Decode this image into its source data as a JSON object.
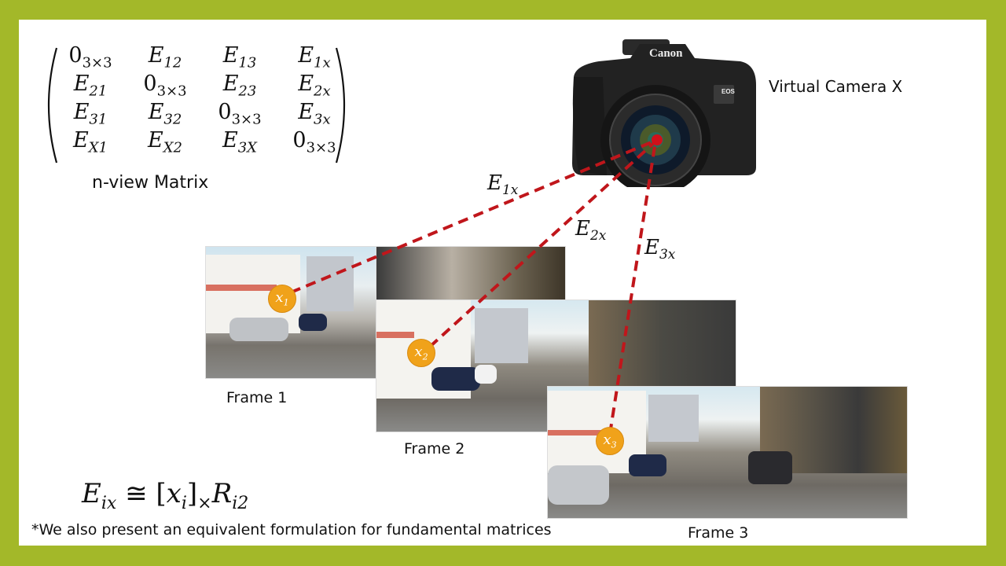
{
  "colors": {
    "border": "#a3b829",
    "background": "#ffffff",
    "line": "#c0161b",
    "keypoint": "#f0a21a",
    "camera_center": "#d0101a"
  },
  "matrix": {
    "caption": "n-view Matrix",
    "rows": [
      [
        {
          "base": "0",
          "sub": "3×3",
          "zero": true
        },
        {
          "base": "E",
          "sub": "12"
        },
        {
          "base": "E",
          "sub": "13"
        },
        {
          "base": "E",
          "sub": "1x"
        }
      ],
      [
        {
          "base": "E",
          "sub": "21"
        },
        {
          "base": "0",
          "sub": "3×3",
          "zero": true
        },
        {
          "base": "E",
          "sub": "23"
        },
        {
          "base": "E",
          "sub": "2x"
        }
      ],
      [
        {
          "base": "E",
          "sub": "31"
        },
        {
          "base": "E",
          "sub": "32"
        },
        {
          "base": "0",
          "sub": "3×3",
          "zero": true
        },
        {
          "base": "E",
          "sub": "3x"
        }
      ],
      [
        {
          "base": "E",
          "sub": "X1"
        },
        {
          "base": "E",
          "sub": "X2"
        },
        {
          "base": "E",
          "sub": "3X"
        },
        {
          "base": "0",
          "sub": "3×3",
          "zero": true
        }
      ]
    ]
  },
  "camera": {
    "label": "Virtual Camera X",
    "brand": "Canon",
    "model_badge": "EOS"
  },
  "edges": [
    {
      "base": "E",
      "sub": "1x"
    },
    {
      "base": "E",
      "sub": "2x"
    },
    {
      "base": "E",
      "sub": "3x"
    }
  ],
  "frames": [
    {
      "label": "Frame 1",
      "point": {
        "base": "x",
        "sub": "1"
      }
    },
    {
      "label": "Frame 2",
      "point": {
        "base": "x",
        "sub": "2"
      }
    },
    {
      "label": "Frame 3",
      "point": {
        "base": "x",
        "sub": "3"
      }
    }
  ],
  "formula": {
    "lhs_base": "E",
    "lhs_sub": "ix",
    "rel": "≅",
    "bracket_open": "[",
    "x_base": "x",
    "x_sub": "i",
    "bracket_close": "]",
    "cross": "×",
    "r_base": "R",
    "r_sub": "i2"
  },
  "footnote": "*We also present an equivalent formulation for fundamental matrices"
}
